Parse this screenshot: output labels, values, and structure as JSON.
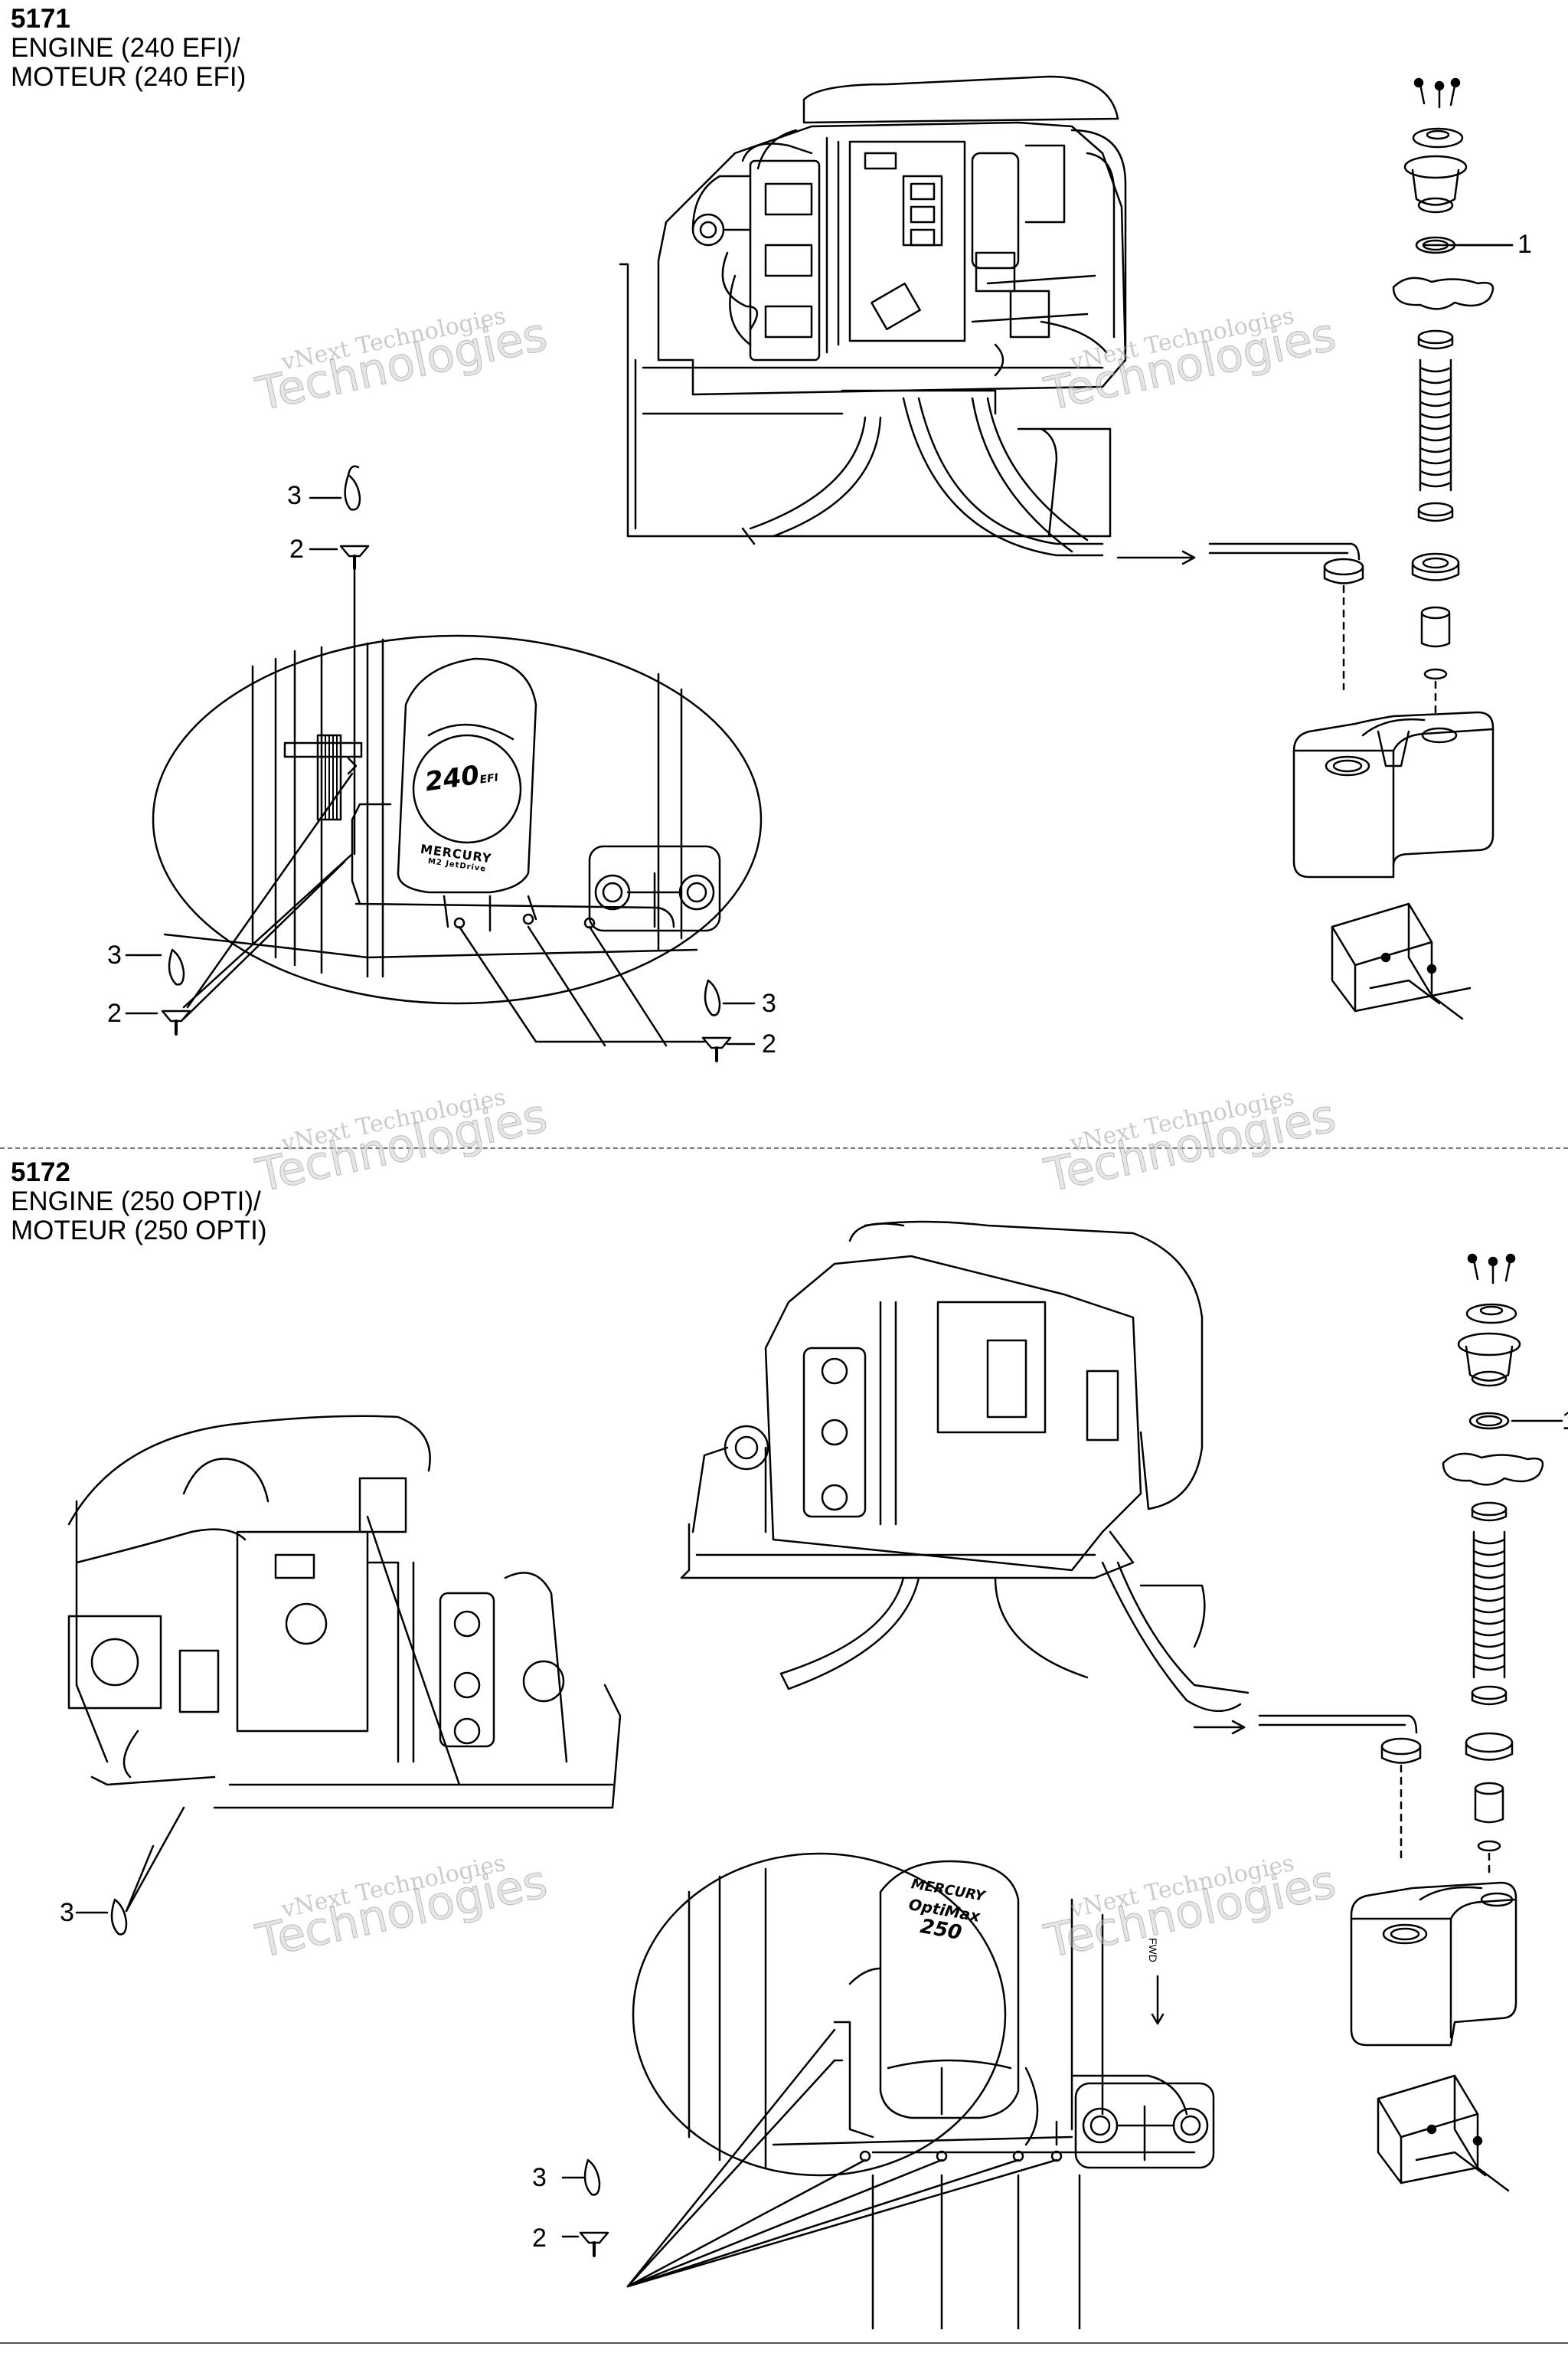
{
  "sections": [
    {
      "number": "5171",
      "line1": "ENGINE (240 EFI)/",
      "line2": "MOTEUR (240 EFI)"
    },
    {
      "number": "5172",
      "line1": "ENGINE (250 OPTI)/",
      "line2": "MOTEUR (250 OPTI)"
    }
  ],
  "callouts": {
    "one": "1",
    "two": "2",
    "three": "3"
  },
  "badge_240": "240",
  "badge_240_sub": "EFI",
  "badge_brand": "MERCURY",
  "badge_sub": "M2 JetDrive",
  "badge_opti_brand": "MERCURY",
  "badge_opti_model": "OptiMax",
  "badge_opti_num": "250",
  "fwd_label": "FWD",
  "watermark": {
    "line1": "vNext Technologies",
    "line2": "vNext",
    "line3": "Technologies"
  }
}
